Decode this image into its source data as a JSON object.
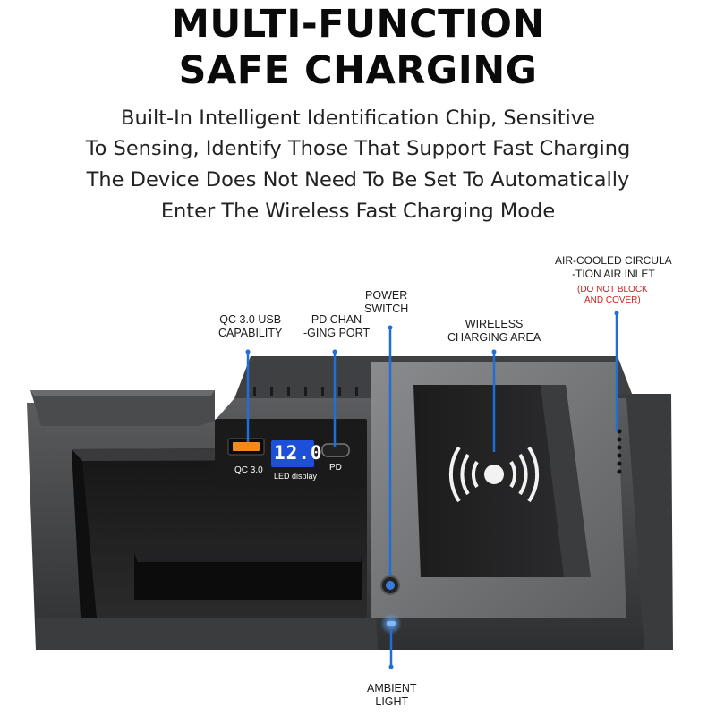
{
  "headline": {
    "line1": "MULTI-FUNCTION",
    "line2": "SAFE CHARGING"
  },
  "description": [
    "Built-In Intelligent Identification Chip, Sensitive",
    "To Sensing, Identify Those That Support Fast Charging",
    "The Device Does Not Need To Be Set To Automatically",
    "Enter The Wireless Fast Charging Mode"
  ],
  "callouts": {
    "qc_usb": [
      "QC 3.0 USB",
      "CAPABILITY"
    ],
    "pd_port": [
      "PD CHAN",
      "-GING PORT"
    ],
    "power_switch": [
      "POWER",
      "SWITCH"
    ],
    "wireless_area": [
      "WIRELESS",
      "CHARGING AREA"
    ],
    "air_inlet": [
      "AIR-COOLED CIRCULA",
      "-TION AIR INLET"
    ],
    "air_inlet_warning": [
      "(DO NOT BLOCK",
      "AND COVER)"
    ],
    "ambient_light": [
      "AMBIENT",
      "LIGHT"
    ]
  },
  "device_panel": {
    "lcd_value": "12.0",
    "led_label": "LED display",
    "qc_label": "QC 3.0",
    "pd_label": "PD"
  },
  "colors": {
    "callout_line": "#1f6fd6",
    "lcd_background": "#1d4fd8",
    "warning_text": "#d32020",
    "usb_orange": "#f08a1c"
  }
}
